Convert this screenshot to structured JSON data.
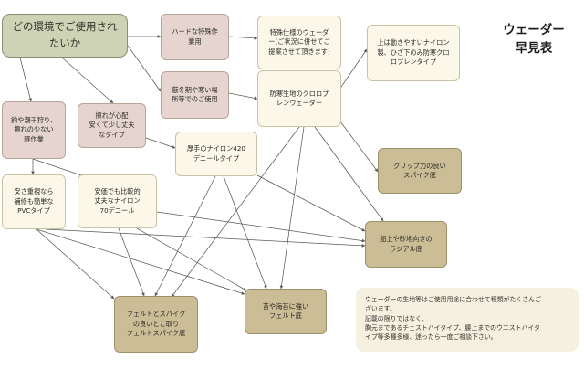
{
  "title": "ウェーダー\n早見表",
  "nodes": {
    "root": "どの環境でご使用され\nたいか",
    "hard": "ハードな特殊作\n業用",
    "custom": "特殊仕様のウェーダ\nー(ご状況に併せてご\n提案させて頂きます)",
    "cold": "厳冬期や寒い場\n所等でのご使用",
    "neoprene": "防寒生地のクロロプ\nレンウェーダー",
    "top_nylon": "上は動きやすいナイロン\n製、ひざ下のみ防寒クロ\nロプレンタイプ",
    "grip": "グリップ力の良い\nスパイク底",
    "fishing": "釣や潮干狩り、\n擦れの少ない\n軽作業",
    "abrasion": "擦れが心配\n安くて少し丈夫\nなタイプ",
    "nylon420": "厚手のナイロン420\nデニールタイプ",
    "pvc": "安さ重視なら\n補修も簡単な\nPVCタイプ",
    "nylon70": "安価でも比較的\n丈夫なナイロン\n70デニール",
    "radial": "船上や砂地向きの\nラジアル底",
    "felt_spike": "フェルトとスパイク\nの良いとこ取り\nフェルトスパイク底",
    "felt": "苔や海苔に強い\nフェルト底"
  },
  "note": "ウェーダーの生地等はご使用用途に合わせて種類がたくさんご\nざいます。\n記載の限りではなく、\n胸元まであるチェストハイタイプ、腰上までのウエストハイタ\nイプ等多種多様、迷ったら一度ご相談下さい。",
  "colors": {
    "root": "#cfd3b5",
    "category": "#e6d5cf",
    "product": "#fbf8ea",
    "sole": "#cbbd96",
    "arrow": "#5c5a52",
    "note_bg": "#f5f0e0"
  }
}
